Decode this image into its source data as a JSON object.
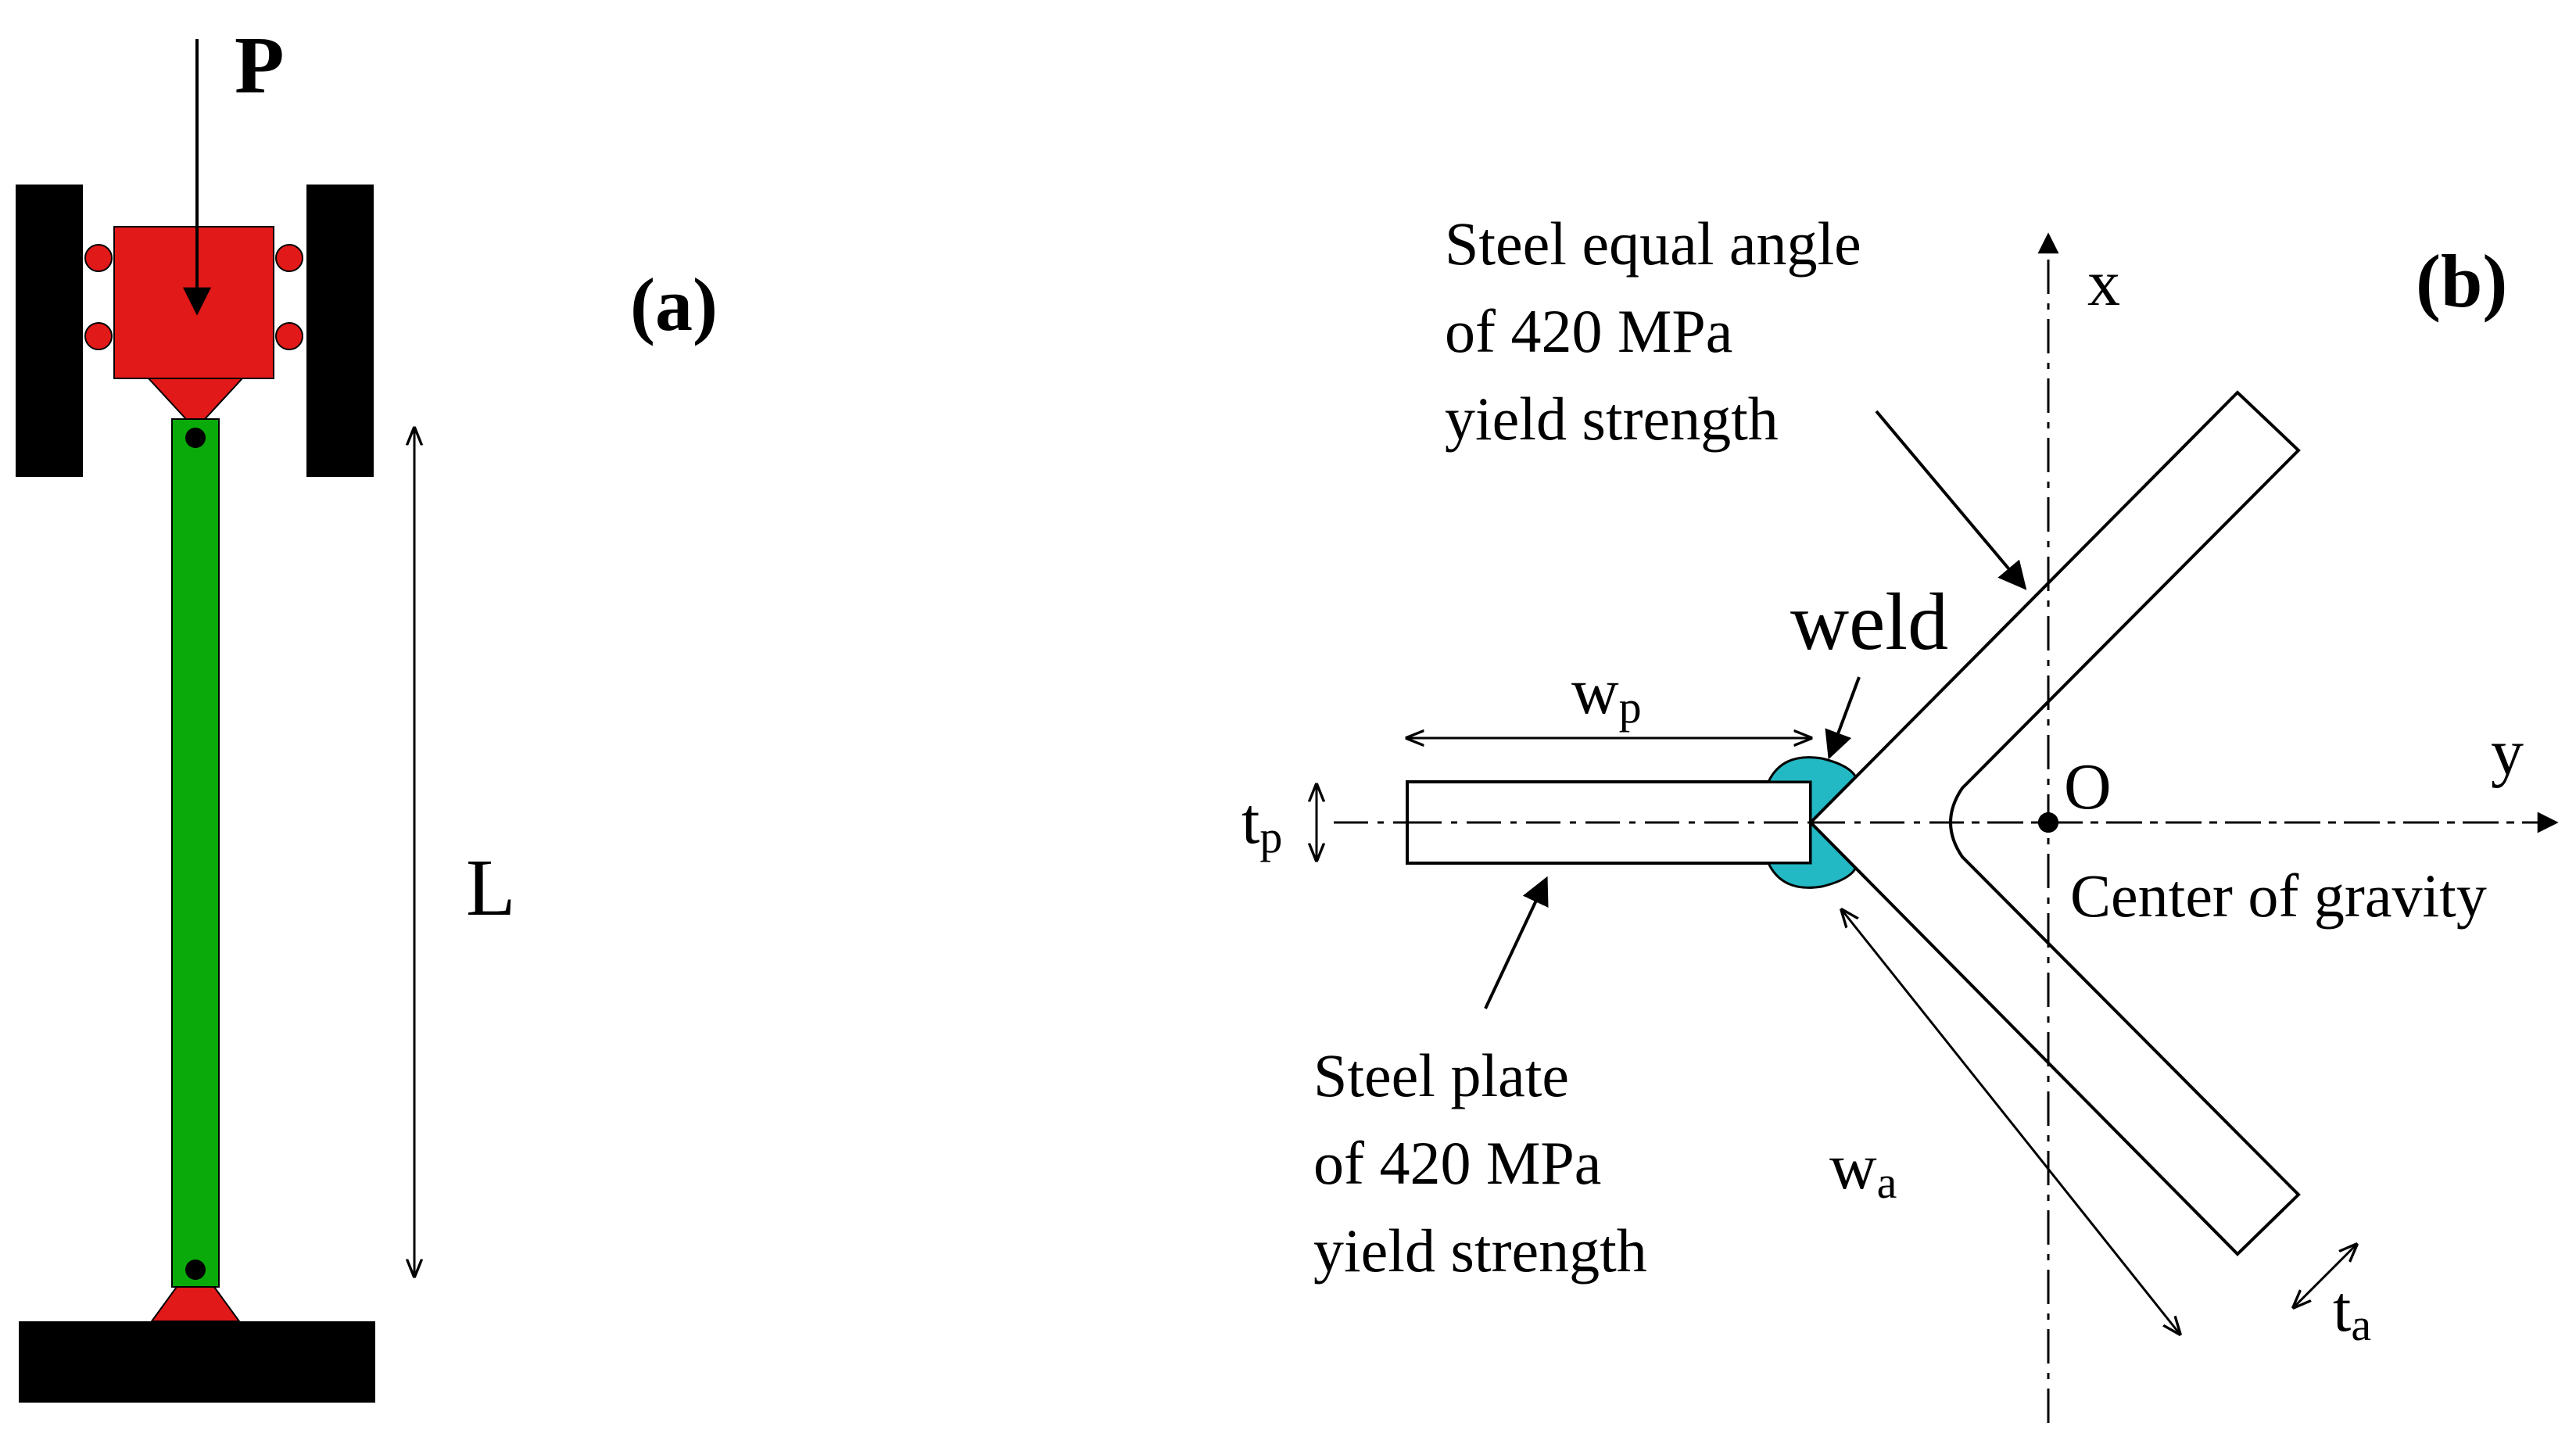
{
  "panel_a": {
    "label": "(a)",
    "load_label": "P",
    "length_label": "L",
    "colors": {
      "frame": "#000000",
      "loading_head": "#e11919",
      "column": "#0aaa0a"
    }
  },
  "panel_b": {
    "label": "(b)",
    "axis_x_label": "x",
    "axis_y_label": "y",
    "origin_label": "O",
    "cog_label": "Center of gravity",
    "weld_label": "weld",
    "angle_label_lines": [
      "Steel equal angle",
      "of 420 MPa",
      "yield strength"
    ],
    "plate_label_lines": [
      "Steel plate",
      "of 420 MPa",
      "yield strength"
    ],
    "wp": {
      "base": "w",
      "sub": "p"
    },
    "tp": {
      "base": "t",
      "sub": "p"
    },
    "wa": {
      "base": "w",
      "sub": "a"
    },
    "ta": {
      "base": "t",
      "sub": "a"
    },
    "colors": {
      "weld": "#22b8c4"
    }
  }
}
